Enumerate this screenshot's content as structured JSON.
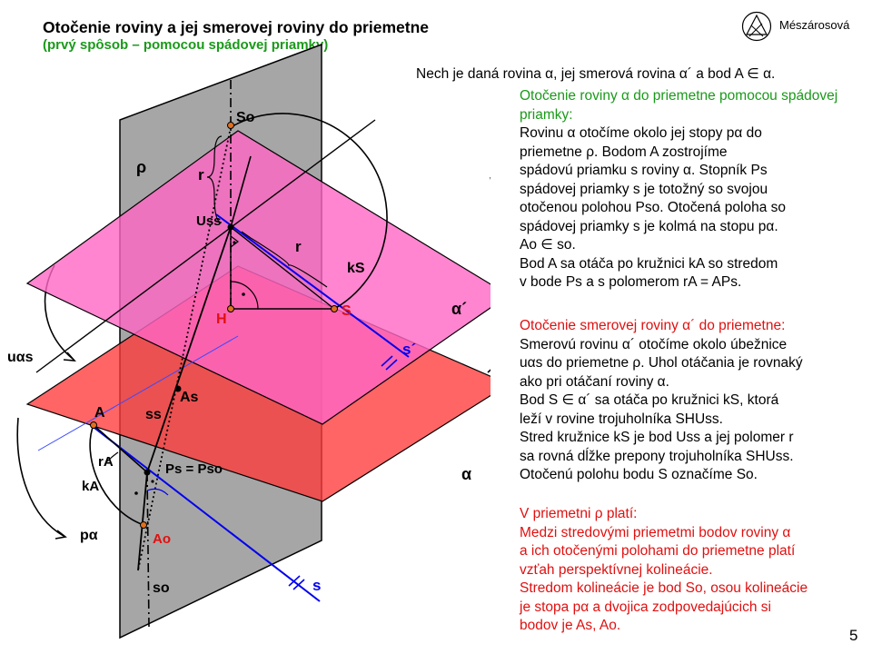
{
  "header": {
    "title": "Otočenie roviny a jej smerovej roviny do priemetne",
    "subtitle": "(prvý spôsob – pomocou spádovej priamky)",
    "author": "Mészárosová",
    "logo_icon": "triangle-circle-logo-icon"
  },
  "intro": "Nech je daná rovina α, jej smerová rovina α´ a bod A ∈ α.",
  "block1": {
    "heading": "Otočenie roviny α do priemetne pomocou spádovej priamky:",
    "lines": [
      "Rovinu α otočíme okolo jej stopy pα do",
      "priemetne ρ. Bodom A zostrojíme",
      "spádovú priamku s roviny α. Stopník Ps",
      "spádovej priamky s je totožný so svojou",
      "otočenou polohou Pso. Otočená poloha so",
      "spádovej priamky s je kolmá na stopu pα.",
      "Ao ∈ so.",
      "Bod A sa otáča po kružnici kA so stredom",
      "v bode Ps a s polomerom rA = APs."
    ]
  },
  "block2": {
    "heading": "Otočenie smerovej roviny α´ do priemetne:",
    "lines": [
      "Smerovú rovinu α´ otočíme okolo úbežnice",
      "uαs do priemetne ρ. Uhol otáčania je rovnaký",
      "ako pri otáčaní roviny α.",
      "Bod S ∈ α´ sa otáča po kružnici kS, ktorá",
      "leží v rovine trojuholníka SHUss.",
      "Stred kružnice kS je bod Uss a jej polomer r",
      "sa rovná dĺžke prepony trojuholníka SHUss.",
      "Otočenú polohu bodu S označíme So."
    ]
  },
  "block3": {
    "heading": "V priemetni ρ platí:",
    "lines": [
      "Medzi stredovými priemetmi bodov roviny α",
      "a ich otočenými polohami do priemetne platí",
      "vzťah perspektívnej kolineácie.",
      "Stredom kolineácie je bod So, osou kolineácie",
      "je stopa pα a dvojica zodpovedajúcich si",
      "bodov je As, Ao."
    ]
  },
  "diagram_labels": {
    "rho": "ρ",
    "So": "So",
    "r_top": "r",
    "Uss": "Uss",
    "r_mid": "r",
    "kS": "kS",
    "H": "H",
    "S": "S",
    "alpha_prime": "α´",
    "s_prime": "s´",
    "u_alpha_s": "uαs",
    "As": "As",
    "A": "A",
    "ss": "ss",
    "rA": "rA",
    "Ps_eq": "Ps = Pso",
    "kA": "kA",
    "alpha": "α",
    "p_alpha": "pα",
    "Ao": "Ao",
    "so": "so",
    "s": "s"
  },
  "colors": {
    "rho_plane": "#a6a6a6",
    "alpha_prime_plane": "#ff66c4",
    "alpha_plane": "#ff3a3a",
    "line_blue": "#0000ee",
    "green_text": "#1a9a1a",
    "red_text": "#e01010",
    "point_orange": "#e07020"
  },
  "page_number": "5"
}
